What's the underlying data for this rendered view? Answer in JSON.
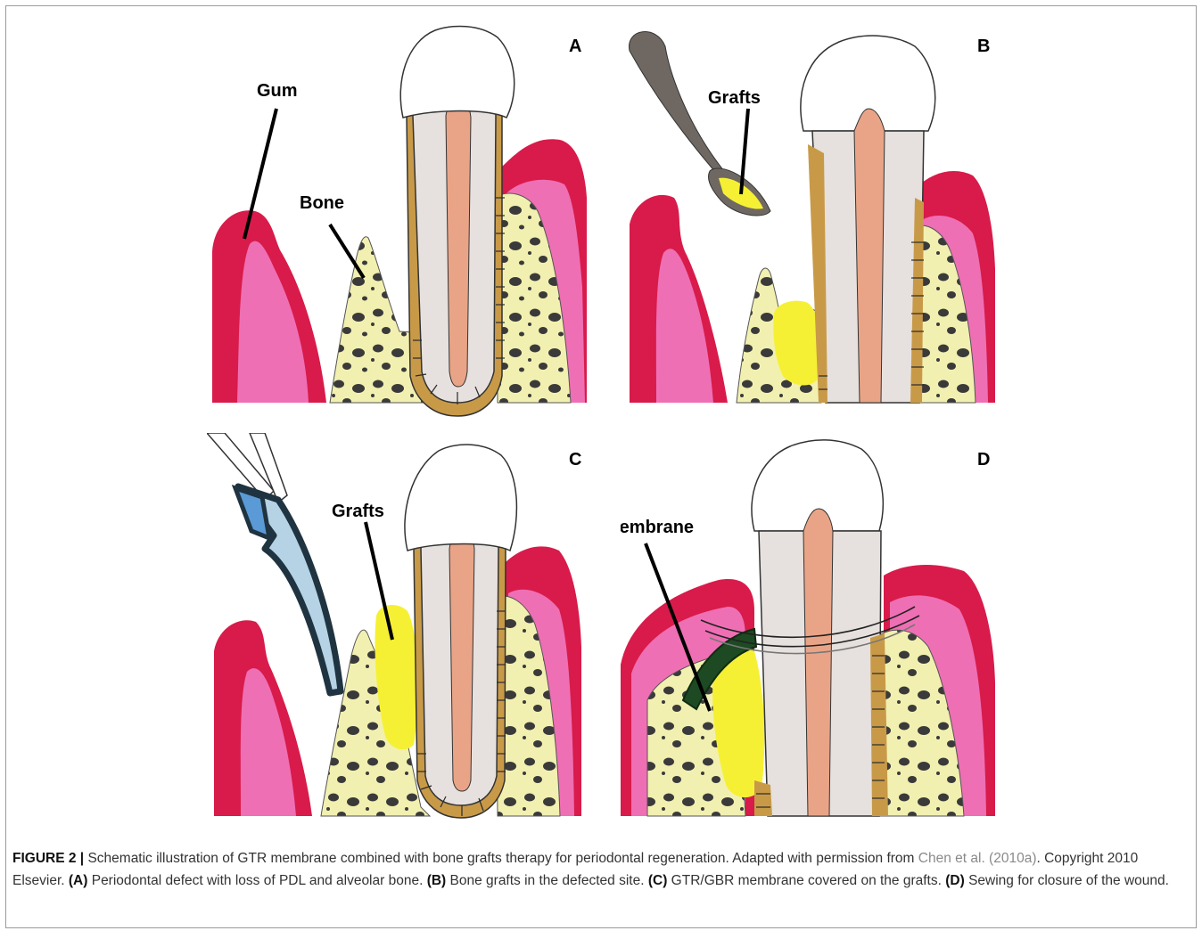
{
  "panels": {
    "A": {
      "letter": "A",
      "labels": {
        "gum": "Gum",
        "bone": "Bone"
      }
    },
    "B": {
      "letter": "B",
      "labels": {
        "grafts": "Grafts"
      }
    },
    "C": {
      "letter": "C",
      "labels": {
        "grafts": "Grafts"
      }
    },
    "D": {
      "letter": "D",
      "labels": {
        "membrane": "Membrane"
      }
    }
  },
  "caption": {
    "figure_label": "FIGURE 2 |",
    "text_1": " Schematic illustration of GTR membrane combined with bone grafts therapy for periodontal regeneration. Adapted with permission from ",
    "ref": "Chen et al. (2010a)",
    "text_2": ". Copyright 2010 Elsevier. ",
    "a_label": "(A)",
    "a_text": " Periodontal defect with loss of PDL and alveolar bone. ",
    "b_label": "(B)",
    "b_text": " Bone grafts in the defected site. ",
    "c_label": "(C)",
    "c_text": " GTR/GBR membrane covered on the grafts. ",
    "d_label": "(D)",
    "d_text": " Sewing for closure of the wound."
  },
  "colors": {
    "gum_dark": "#d81b4a",
    "gum_light": "#ef6fb4",
    "bone": "#f2f0b0",
    "bone_spot": "#3a3a3a",
    "pdl": "#c89a48",
    "dentin": "#e6e1de",
    "enamel": "#ffffff",
    "pulp": "#e9a487",
    "graft": "#f6f034",
    "spoon": "#6f6862",
    "membrane_blue": "#b6d3e6",
    "membrane_edge": "#1f3340",
    "membrane_green": "#1d4a22",
    "pointer": "#000000"
  },
  "icons": [
    "gum-tissue-icon",
    "bone-icon",
    "tooth-icon",
    "spoon-icon",
    "forceps-icon",
    "membrane-icon",
    "suture-icon"
  ]
}
